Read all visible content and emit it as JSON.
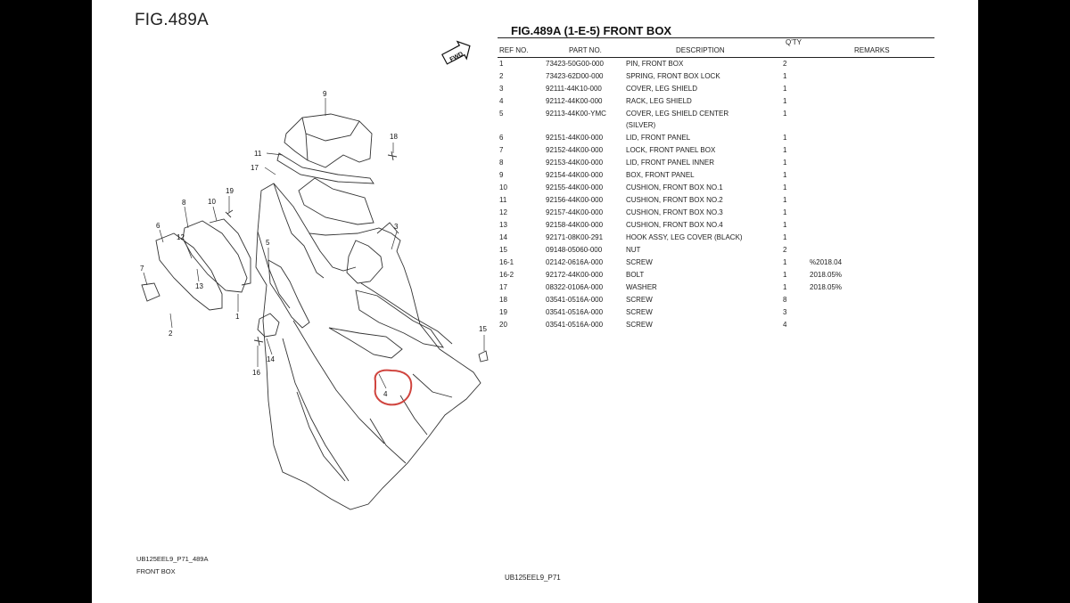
{
  "figure": {
    "title": "FIG.489A",
    "fwd_label": "FWD",
    "callout_numbers": [
      "9",
      "18",
      "11",
      "17",
      "19",
      "10",
      "8",
      "6",
      "12",
      "3",
      "5",
      "7",
      "13",
      "1",
      "2",
      "15",
      "14",
      "16",
      "4"
    ]
  },
  "table": {
    "title": "FIG.489A (1-E-5) FRONT BOX",
    "qty_top": "Q'TY",
    "headers": {
      "ref": "REF NO.",
      "part": "PART NO.",
      "desc": "DESCRIPTION",
      "rem": "REMARKS"
    },
    "rows": [
      {
        "ref": "1",
        "part": "73423-50G00-000",
        "desc": "PIN, FRONT BOX",
        "qty": "2",
        "rem": ""
      },
      {
        "ref": "2",
        "part": "73423-62D00-000",
        "desc": "SPRING, FRONT BOX LOCK",
        "qty": "1",
        "rem": ""
      },
      {
        "ref": "3",
        "part": "92111-44K10-000",
        "desc": "COVER, LEG SHIELD",
        "qty": "1",
        "rem": ""
      },
      {
        "ref": "4",
        "part": "92112-44K00-000",
        "desc": "RACK, LEG SHIELD",
        "qty": "1",
        "rem": ""
      },
      {
        "ref": "5",
        "part": "92113-44K00-YMC",
        "desc": "COVER, LEG SHIELD CENTER",
        "qty": "1",
        "rem": "",
        "desc2": "(SILVER)"
      },
      {
        "ref": "6",
        "part": "92151-44K00-000",
        "desc": "LID, FRONT PANEL",
        "qty": "1",
        "rem": ""
      },
      {
        "ref": "7",
        "part": "92152-44K00-000",
        "desc": "LOCK, FRONT PANEL BOX",
        "qty": "1",
        "rem": ""
      },
      {
        "ref": "8",
        "part": "92153-44K00-000",
        "desc": "LID, FRONT PANEL INNER",
        "qty": "1",
        "rem": ""
      },
      {
        "ref": "9",
        "part": "92154-44K00-000",
        "desc": "BOX, FRONT PANEL",
        "qty": "1",
        "rem": ""
      },
      {
        "ref": "10",
        "part": "92155-44K00-000",
        "desc": "CUSHION, FRONT BOX NO.1",
        "qty": "1",
        "rem": ""
      },
      {
        "ref": "11",
        "part": "92156-44K00-000",
        "desc": "CUSHION, FRONT BOX NO.2",
        "qty": "1",
        "rem": ""
      },
      {
        "ref": "12",
        "part": "92157-44K00-000",
        "desc": "CUSHION, FRONT BOX NO.3",
        "qty": "1",
        "rem": ""
      },
      {
        "ref": "13",
        "part": "92158-44K00-000",
        "desc": "CUSHION, FRONT BOX NO.4",
        "qty": "1",
        "rem": ""
      },
      {
        "ref": "14",
        "part": "92171-08K00-291",
        "desc": "HOOK ASSY, LEG COVER (BLACK)",
        "qty": "1",
        "rem": ""
      },
      {
        "ref": "15",
        "part": "09148-05060-000",
        "desc": "NUT",
        "qty": "2",
        "rem": ""
      },
      {
        "ref": "16-1",
        "part": "02142-0616A-000",
        "desc": "SCREW",
        "qty": "1",
        "rem": "%2018.04"
      },
      {
        "ref": "16-2",
        "part": "92172-44K00-000",
        "desc": "BOLT",
        "qty": "1",
        "rem": "2018.05%"
      },
      {
        "ref": "17",
        "part": "08322-0106A-000",
        "desc": "WASHER",
        "qty": "1",
        "rem": "2018.05%"
      },
      {
        "ref": "18",
        "part": "03541-0516A-000",
        "desc": "SCREW",
        "qty": "8",
        "rem": ""
      },
      {
        "ref": "19",
        "part": "03541-0516A-000",
        "desc": "SCREW",
        "qty": "3",
        "rem": ""
      },
      {
        "ref": "20",
        "part": "03541-0516A-000",
        "desc": "SCREW",
        "qty": "4",
        "rem": ""
      }
    ]
  },
  "footer": {
    "code": "UB125EEL9_P71_489A",
    "name": "FRONT BOX",
    "page_code": "UB125EEL9_P71"
  },
  "colors": {
    "highlight": "#d0453f",
    "line": "#333333"
  }
}
